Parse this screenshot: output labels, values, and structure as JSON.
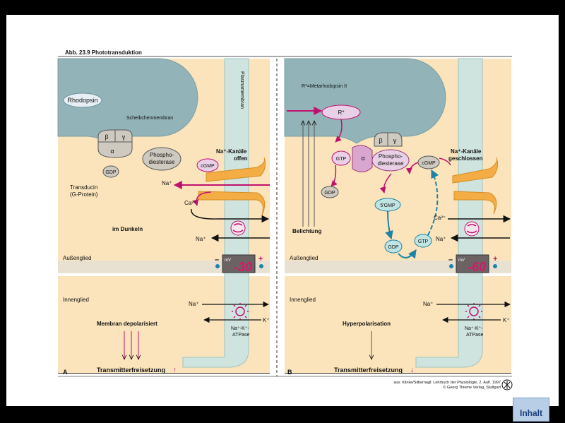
{
  "figure": {
    "title": "Abb. 23.9  Phototransduktion",
    "credit_line1": "aus: Klinke/Silbernagl: Lehrbuch der Physiologie, 2. Aufl. 1997",
    "credit_line2": "© Georg Thieme Verlag, Stuttgart"
  },
  "panel_a": {
    "letter": "A",
    "rhodopsin": "Rhodopsin",
    "disc_membrane": "Scheibchenmembran",
    "plasma_membrane": "Plasmamembran",
    "beta": "β",
    "gamma": "γ",
    "alpha": "α",
    "gdp": "GDP",
    "phosphodiesterase_l1": "Phospho-",
    "phosphodiesterase_l2": "diesterase",
    "cgmp": "cGMP",
    "na_channels_l1": "Na⁺-Kanäle",
    "na_channels_l2": "offen",
    "na_plus": "Na⁺",
    "transducin_l1": "Transducin",
    "transducin_l2": "(G-Protein)",
    "ca_2plus": "Ca²⁺",
    "im_dunkeln": "im Dunkeln",
    "na_plus_2": "Na⁺",
    "aussenglied": "Außenglied",
    "mv_unit": "mV",
    "mv_value": "-30",
    "minus_sign": "–",
    "plus_sign": "+",
    "innenglied": "Innenglied",
    "na_plus_3": "Na⁺",
    "k_plus": "K⁺",
    "status": "Membran depolarisiert",
    "atpase_l1": "Na⁺-K⁺-",
    "atpase_l2": "ATPase",
    "transmitter": "Transmitterfreisetzung",
    "arrow_symbol": "↑"
  },
  "panel_b": {
    "letter": "B",
    "r_star_def": "R*=Metarhodopsin II",
    "r_star": "R*",
    "gtp_top": "GTP",
    "alpha": "α",
    "beta": "β",
    "gamma": "γ",
    "phosphodiesterase_l1": "Phospho-",
    "phosphodiesterase_l2": "diesterase",
    "cgmp": "cGMP",
    "na_channels_l1": "Na⁺-Kanäle",
    "na_channels_l2": "geschlossen",
    "gdp_top": "GDP",
    "gmp": "5'GMP",
    "ca_2plus": "Ca²⁺",
    "belichtung": "Belichtung",
    "na_plus": "Na⁺",
    "gdp_cycle": "GDP",
    "gtp_cycle": "GTP",
    "aussenglied": "Außenglied",
    "mv_unit": "mV",
    "mv_value": "-60",
    "minus_sign": "–",
    "plus_sign": "+",
    "innenglied": "Innenglied",
    "na_plus_2": "Na⁺",
    "k_plus": "K⁺",
    "status": "Hyperpolarisation",
    "atpase_l1": "Na⁺-K⁺-",
    "atpase_l2": "ATPase",
    "transmitter": "Transmitterfreisetzung",
    "arrow_symbol": "↓"
  },
  "nav": {
    "inhalt_label": "Inhalt"
  },
  "colors": {
    "cytoplasm": "#fbe4bb",
    "disc": "#92b3b8",
    "membrane": "#cfe3df",
    "lower_band": "#e8e1d2",
    "magenta": "#c0106f",
    "ion_channel": "#f3ad44",
    "protein_lavender": "#e8d1e6",
    "protein_grey": "#cfcac0",
    "cycle_teal": "#1c83a6",
    "cycle_fill": "#bfe4e2",
    "display_red": "#d4196a"
  }
}
